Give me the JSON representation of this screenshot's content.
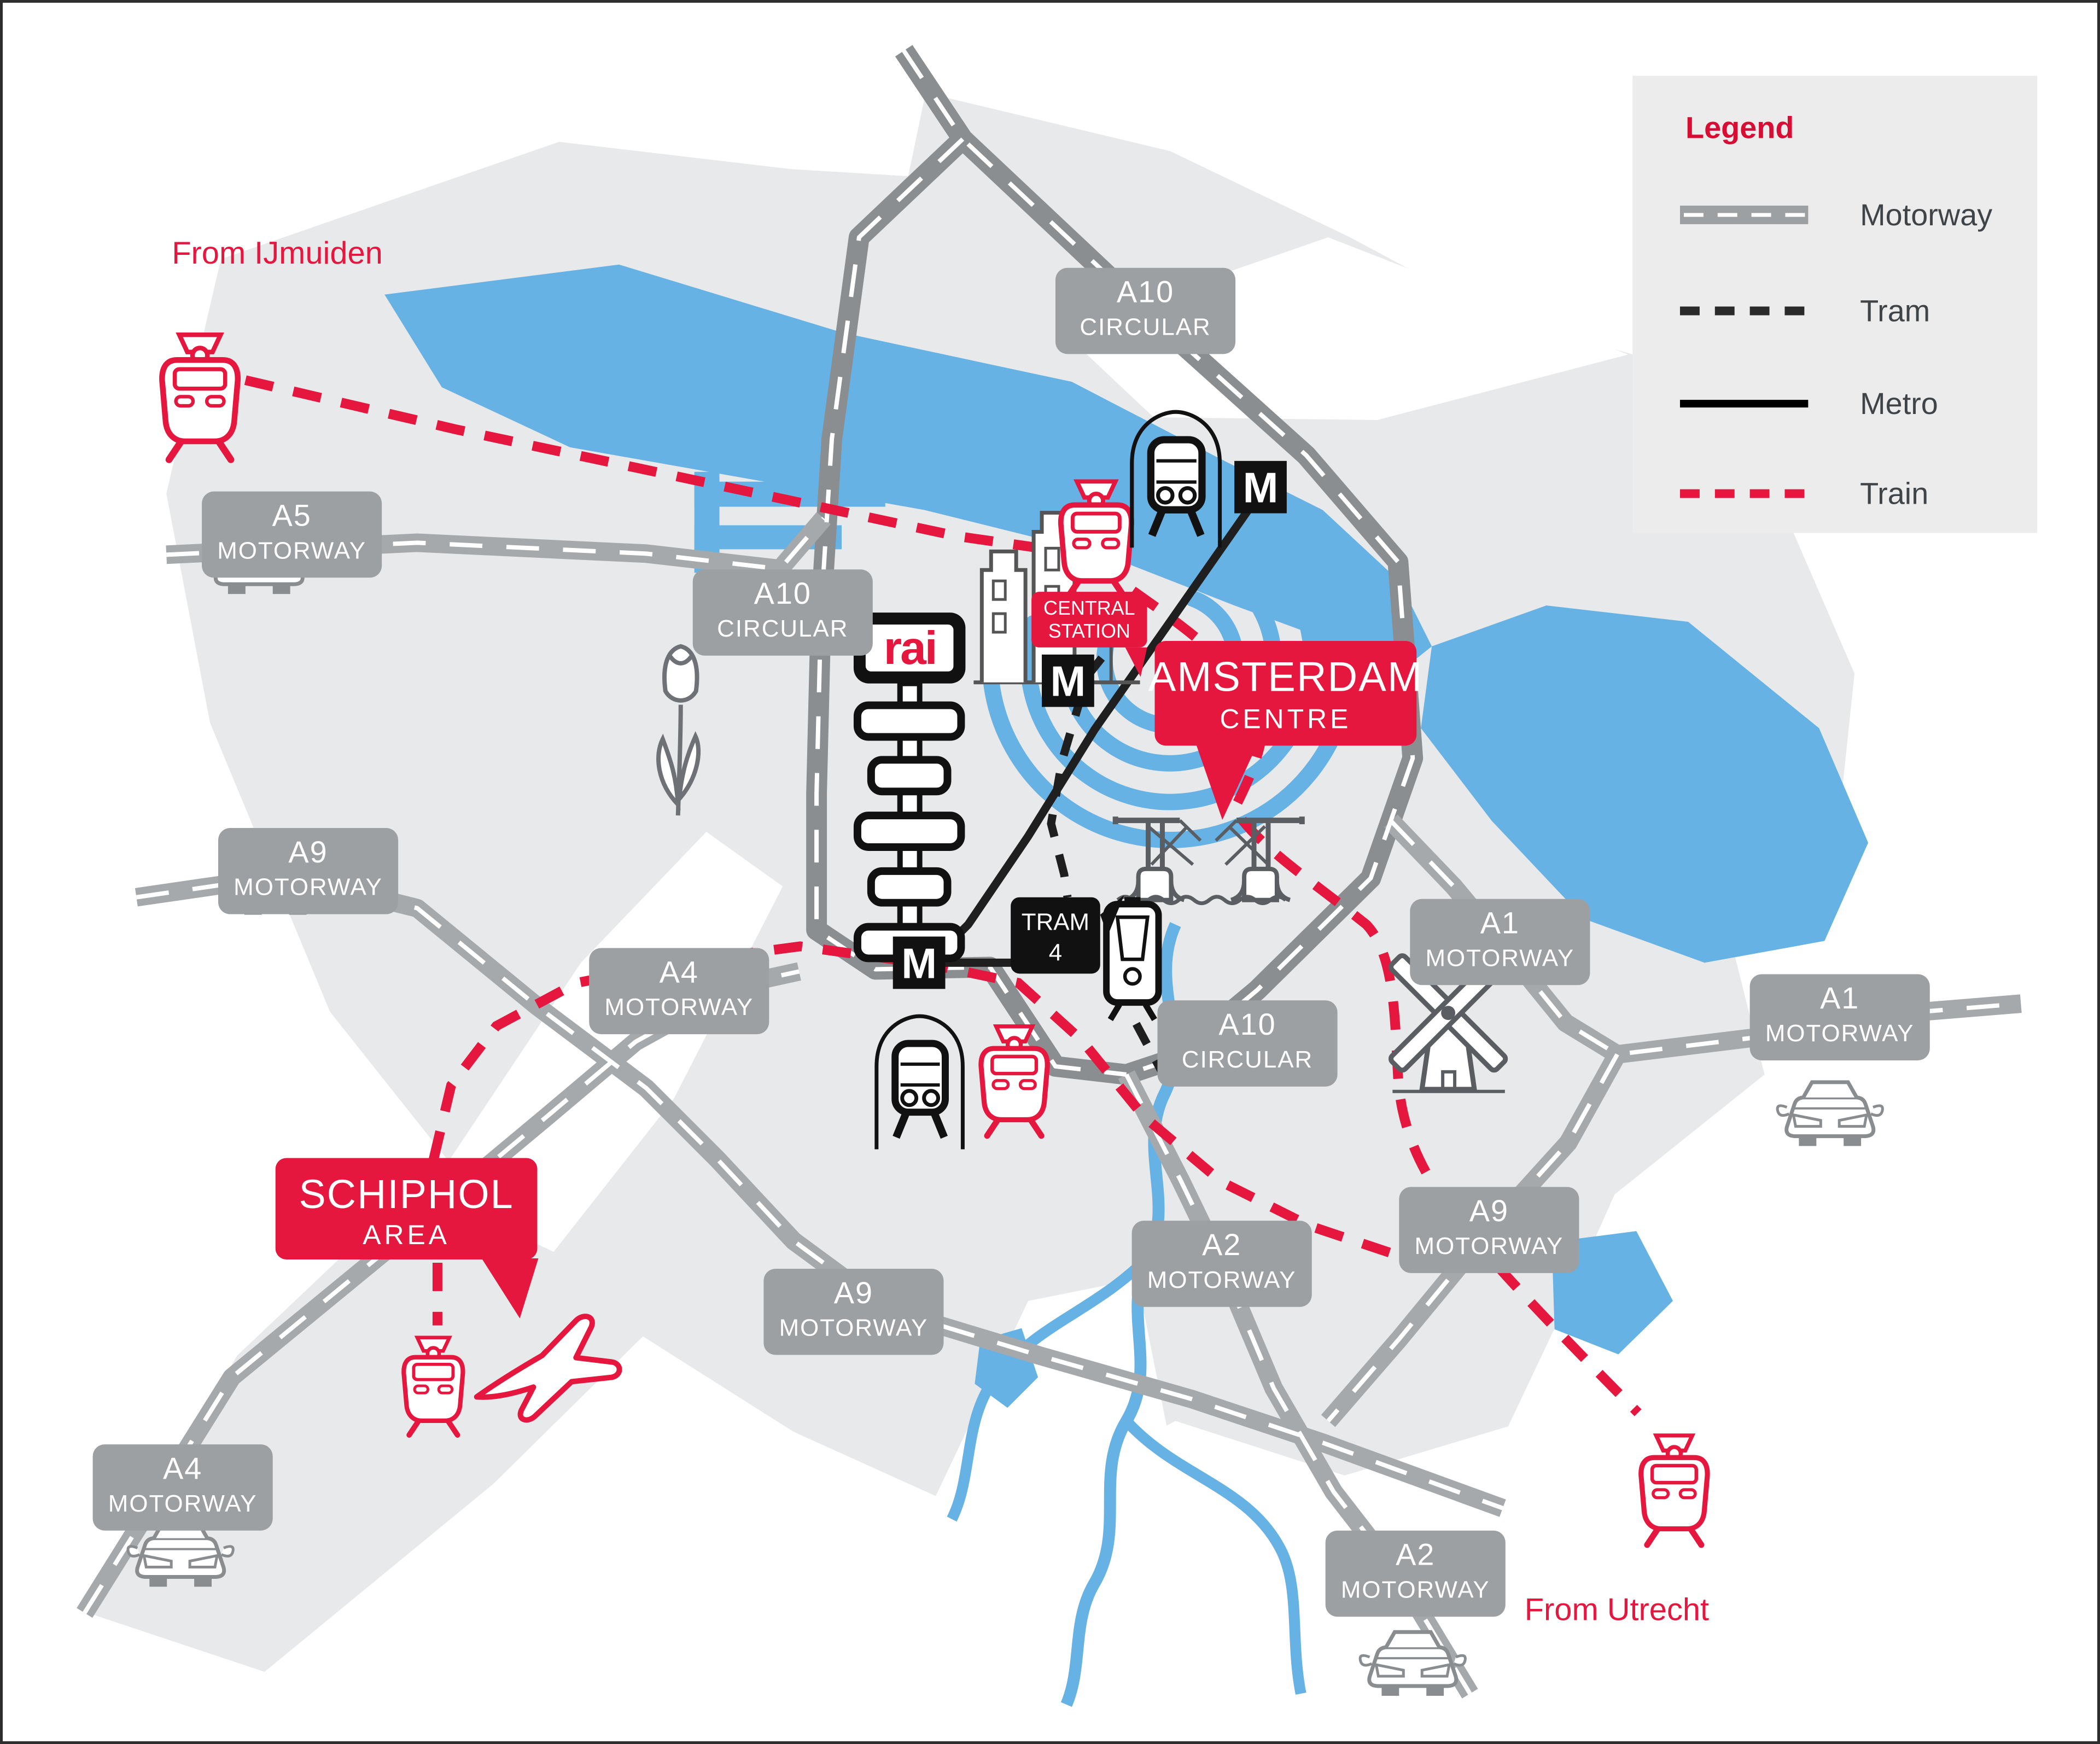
{
  "map": {
    "colors": {
      "brand_red": "#E5173F",
      "water_blue": "#66B2E4",
      "land_gray": "#E8E9EA",
      "motorway_gray": "#A6A9AC",
      "ring_road_gray": "#8A8E91",
      "badge_gray": "#9DA0A3",
      "ink_black": "#1F1F1F"
    },
    "labels": {
      "from_ijmuiden": "From IJmuiden",
      "from_utrecht": "From Utrecht"
    },
    "legend": {
      "title": "Legend",
      "items": [
        {
          "label": "Motorway",
          "symbol": "motorway-line"
        },
        {
          "label": "Tram",
          "symbol": "tram-dashed-line"
        },
        {
          "label": "Metro",
          "symbol": "metro-solid-line"
        },
        {
          "label": "Train",
          "symbol": "train-dashed-line"
        }
      ]
    },
    "road_badges": [
      {
        "id": "a10-circular-north",
        "line1": "A10",
        "line2": "CIRCULAR"
      },
      {
        "id": "a5-motorway",
        "line1": "A5",
        "line2": "MOTORWAY"
      },
      {
        "id": "a10-circular-west",
        "line1": "A10",
        "line2": "CIRCULAR"
      },
      {
        "id": "a9-motorway-west",
        "line1": "A9",
        "line2": "MOTORWAY"
      },
      {
        "id": "a4-motorway-mid",
        "line1": "A4",
        "line2": "MOTORWAY"
      },
      {
        "id": "a10-circular-south",
        "line1": "A10",
        "line2": "CIRCULAR"
      },
      {
        "id": "a1-motorway-upper",
        "line1": "A1",
        "line2": "MOTORWAY"
      },
      {
        "id": "a1-motorway-east",
        "line1": "A1",
        "line2": "MOTORWAY"
      },
      {
        "id": "a9-motorway-east",
        "line1": "A9",
        "line2": "MOTORWAY"
      },
      {
        "id": "a9-motorway-south",
        "line1": "A9",
        "line2": "MOTORWAY"
      },
      {
        "id": "a2-motorway-mid",
        "line1": "A2",
        "line2": "MOTORWAY"
      },
      {
        "id": "a2-motorway-south",
        "line1": "A2",
        "line2": "MOTORWAY"
      },
      {
        "id": "a4-motorway-southwest",
        "line1": "A4",
        "line2": "MOTORWAY"
      }
    ],
    "callouts": {
      "central_station": {
        "line1": "CENTRAL",
        "line2": "STATION"
      },
      "amsterdam_centre": {
        "line1": "AMSTERDAM",
        "line2": "CENTRE"
      },
      "schiphol_area": {
        "line1": "SCHIPHOL",
        "line2": "AREA"
      }
    },
    "transit": {
      "metro_symbol": "M",
      "tram_badge": {
        "line1": "TRAM",
        "line2": "4"
      }
    },
    "rai_logo": "rai"
  }
}
